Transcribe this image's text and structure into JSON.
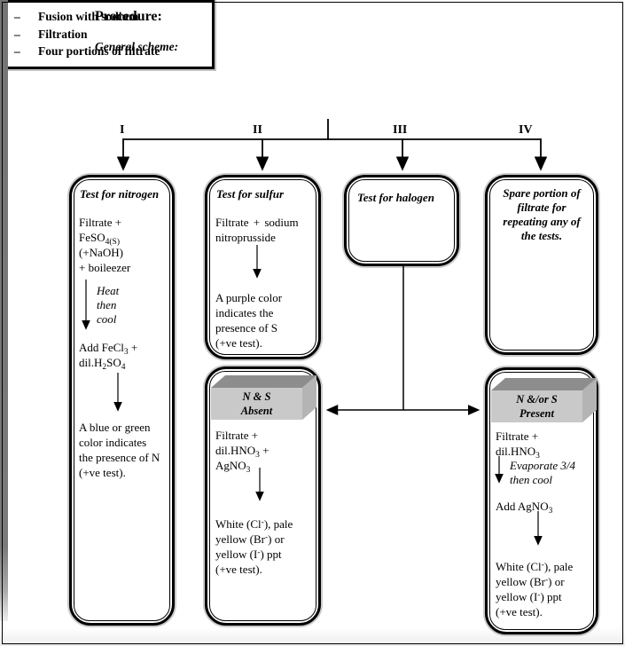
{
  "page": {
    "title": "Procedure:",
    "subtitle": "General scheme:"
  },
  "scheme": {
    "bullet": "–",
    "items": [
      "Fusion with sodium",
      "Filtration",
      "Four portions of filtrate"
    ]
  },
  "branch_labels": [
    "I",
    "II",
    "III",
    "IV"
  ],
  "nitrogen": {
    "title": "Test for nitrogen",
    "step1_l1": "Filtrate +",
    "step1_l2": [
      {
        "t": "FeSO"
      },
      {
        "t": "4(S)",
        "s": "sub"
      }
    ],
    "step1_l3": "(+NaOH)",
    "step1_l4": "+ boileezer",
    "heat_l1": "Heat",
    "heat_l2": "then",
    "heat_l3": "cool",
    "step2_l1": [
      {
        "t": "Add FeCl"
      },
      {
        "t": "3",
        "s": "sub"
      },
      {
        "t": " +"
      }
    ],
    "step2_l2": [
      {
        "t": "dil.H"
      },
      {
        "t": "2",
        "s": "sub"
      },
      {
        "t": "SO"
      },
      {
        "t": "4",
        "s": "sub"
      }
    ],
    "result_l1": "A blue or green",
    "result_l2": "color indicates",
    "result_l3": "the presence of N",
    "result_l4": "(+ve test)."
  },
  "sulfur": {
    "title": "Test for sulfur",
    "step1_l1": "Filtrate + sodium",
    "step1_l2": "nitroprusside",
    "result_l1": "A purple color",
    "result_l2": "indicates the",
    "result_l3": "presence of S",
    "result_l4": "(+ve test)."
  },
  "halogen": {
    "title": "Test for halogen"
  },
  "spare": {
    "title_l1": "Spare portion of",
    "title_l2": "filtrate for",
    "title_l3": "repeating any of",
    "title_l4": "the tests."
  },
  "absent": {
    "header_l1": "N & S",
    "header_l2": "Absent",
    "step1_l1": "Filtrate +",
    "step1_l2": [
      {
        "t": "dil.HNO"
      },
      {
        "t": "3",
        "s": "sub"
      },
      {
        "t": " +"
      }
    ],
    "step1_l3": [
      {
        "t": "AgNO"
      },
      {
        "t": "3",
        "s": "sub"
      }
    ],
    "result_l1": [
      {
        "t": "White (Cl"
      },
      {
        "t": "-",
        "s": "sup"
      },
      {
        "t": "), pale"
      }
    ],
    "result_l2": [
      {
        "t": "yellow (Br"
      },
      {
        "t": "-",
        "s": "sup"
      },
      {
        "t": ") or"
      }
    ],
    "result_l3": [
      {
        "t": "yellow (I"
      },
      {
        "t": "-",
        "s": "sup"
      },
      {
        "t": ") ppt"
      }
    ],
    "result_l4": "(+ve test)."
  },
  "present": {
    "header_l1": "N &/or S",
    "header_l2": "Present",
    "step1_l1": "Filtrate +",
    "step1_l2": [
      {
        "t": "dil.HNO"
      },
      {
        "t": "3",
        "s": "sub"
      }
    ],
    "evap_l1": "Evaporate 3/4",
    "evap_l2": "then cool",
    "step2_l1": [
      {
        "t": "Add AgNO"
      },
      {
        "t": "3",
        "s": "sub"
      }
    ],
    "result_l1": [
      {
        "t": "White (Cl"
      },
      {
        "t": "-",
        "s": "sup"
      },
      {
        "t": "), pale"
      }
    ],
    "result_l2": [
      {
        "t": "yellow (Br"
      },
      {
        "t": "-",
        "s": "sup"
      },
      {
        "t": ") or"
      }
    ],
    "result_l3": [
      {
        "t": "yellow (I"
      },
      {
        "t": "-",
        "s": "sup"
      },
      {
        "t": ") ppt"
      }
    ],
    "result_l4": "(+ve test)."
  },
  "colors": {
    "slab_front": "#c9c9c9",
    "slab_top": "#8d8d8d",
    "slab_side": "#b4b4b4",
    "line": "#000000"
  }
}
